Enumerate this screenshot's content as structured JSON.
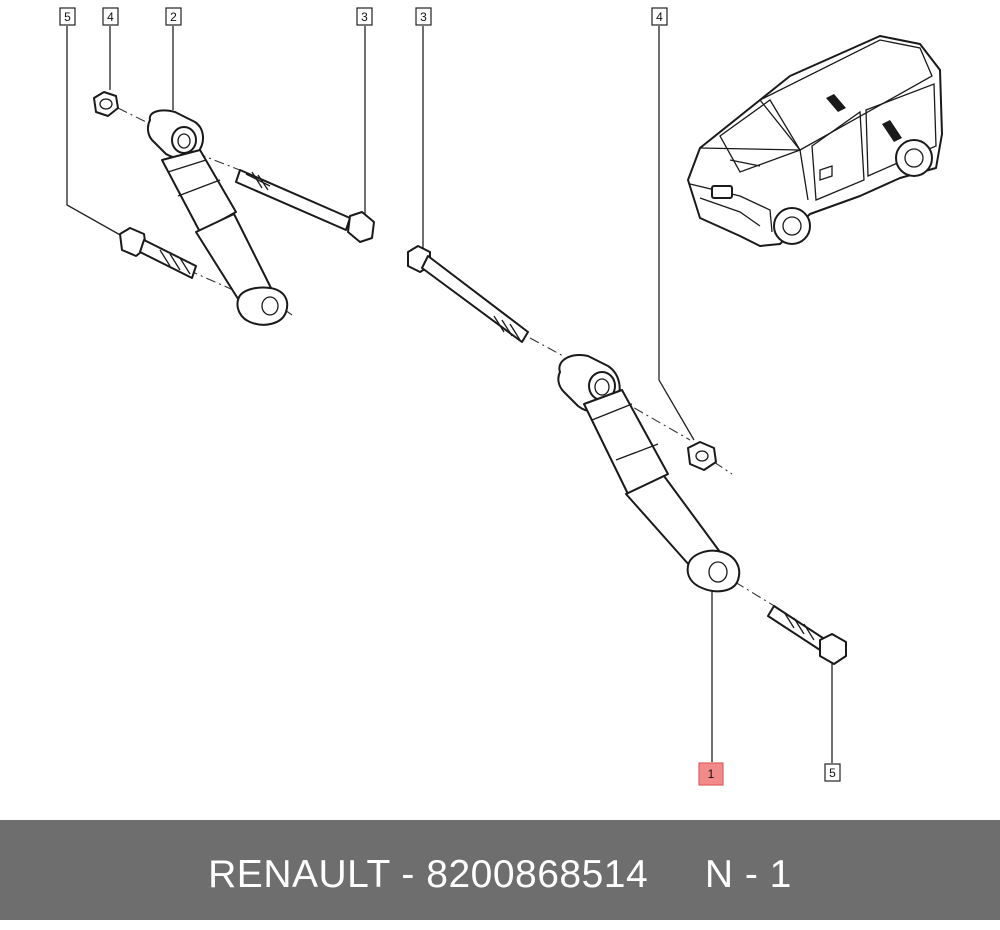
{
  "footer": {
    "brand": "RENAULT",
    "separator": " - ",
    "part_number": "8200868514",
    "gap": "     ",
    "quantity": "N - 1"
  },
  "callouts": [
    {
      "id": "c5-top",
      "label": "5",
      "highlight": false
    },
    {
      "id": "c4-top",
      "label": "4",
      "highlight": false
    },
    {
      "id": "c2-top",
      "label": "2",
      "highlight": false
    },
    {
      "id": "c3-top-left",
      "label": "3",
      "highlight": false
    },
    {
      "id": "c3-top-right",
      "label": "3",
      "highlight": false
    },
    {
      "id": "c4-top-right",
      "label": "4",
      "highlight": false
    },
    {
      "id": "c1-bottom",
      "label": "1",
      "highlight": true
    },
    {
      "id": "c5-bottom",
      "label": "5",
      "highlight": false
    }
  ],
  "colors": {
    "footer_bg": "#6e6e6e",
    "footer_text": "#ffffff",
    "highlight": "#f28a8a"
  }
}
